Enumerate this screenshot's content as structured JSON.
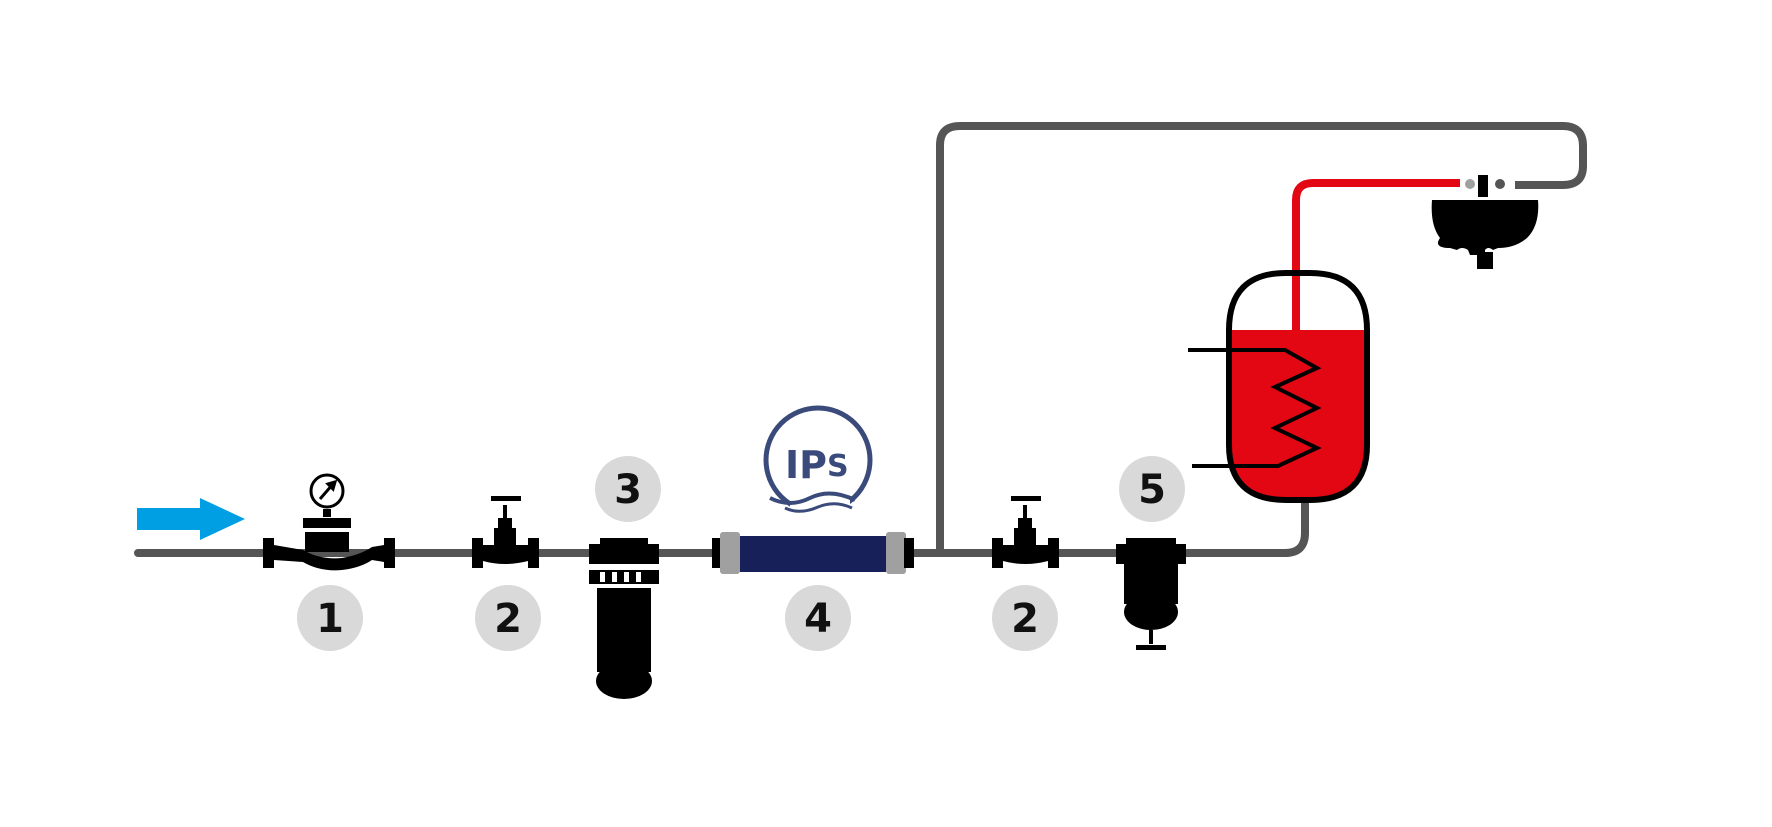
{
  "colors": {
    "pipe": "#555555",
    "hot_pipe": "#e30613",
    "arrow": "#009ee3",
    "badge": "#d9d9d9",
    "device": "#000000",
    "ips_body": "#172058",
    "ips_caps": "#a0a0a0",
    "logo": "#3a4a7a",
    "tank_fill": "#e30613"
  },
  "logo": {
    "text_ip": "IP",
    "text_s": "S"
  },
  "badges": [
    {
      "label": "1",
      "component": "water-meter"
    },
    {
      "label": "2",
      "component": "shutoff-valve"
    },
    {
      "label": "3",
      "component": "mechanical-filter"
    },
    {
      "label": "4",
      "component": "ips-conditioner"
    },
    {
      "label": "2",
      "component": "shutoff-valve"
    },
    {
      "label": "5",
      "component": "filter"
    }
  ]
}
